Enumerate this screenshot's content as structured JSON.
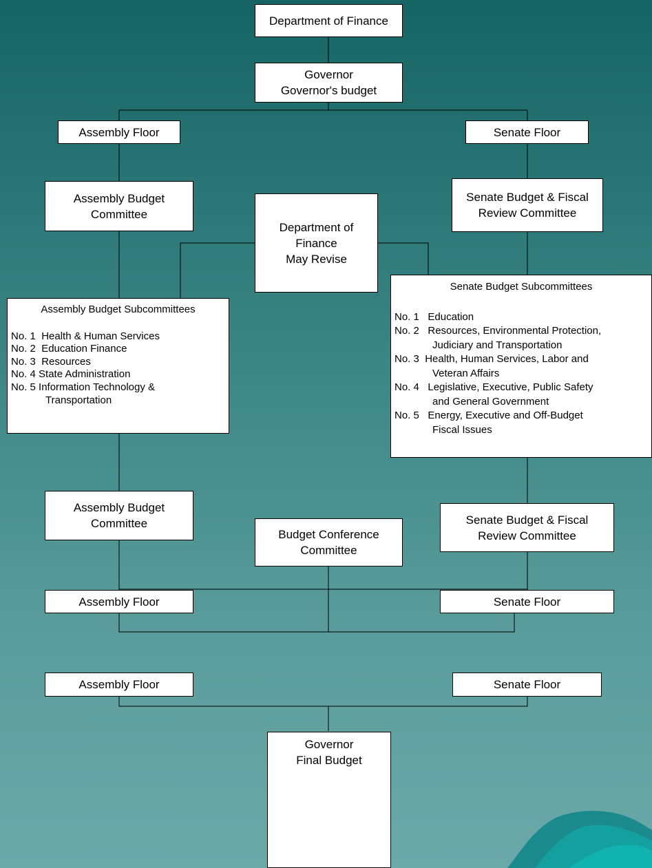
{
  "colors": {
    "background_top": "#166464",
    "background_bottom": "#6aa9a8",
    "box_fill": "#ffffff",
    "line": "#000000"
  },
  "nodes": {
    "dof_top": [
      "Department of Finance"
    ],
    "governor_top": [
      "Governor",
      "Governor's budget"
    ],
    "assembly_floor_1": [
      "Assembly Floor"
    ],
    "senate_floor_1": [
      "Senate Floor"
    ],
    "assembly_budget_committee_1": [
      "Assembly Budget",
      "Committee"
    ],
    "senate_budget_fiscal_1": [
      "Senate Budget & Fiscal",
      "Review Committee"
    ],
    "dof_may_revise": [
      "Department of",
      "Finance",
      "May Revise"
    ],
    "assembly_budget_committee_2": [
      "Assembly Budget",
      "Committee"
    ],
    "senate_budget_fiscal_2": [
      "Senate Budget & Fiscal",
      "Review Committee"
    ],
    "assembly_floor_2": [
      "Assembly Floor"
    ],
    "senate_floor_2": [
      "Senate Floor"
    ],
    "budget_conference": [
      "Budget Conference",
      "Committee"
    ],
    "assembly_floor_3": [
      "Assembly Floor"
    ],
    "senate_floor_3": [
      "Senate Floor"
    ],
    "governor_final": [
      "Governor",
      "Final Budget"
    ]
  },
  "assembly_subcommittees": {
    "title": "Assembly Budget Subcommittees",
    "items": [
      {
        "num": "No. 1",
        "lines": [
          "Health & Human Services"
        ]
      },
      {
        "num": "No. 2",
        "lines": [
          "Education Finance"
        ]
      },
      {
        "num": "No. 3",
        "lines": [
          "Resources"
        ]
      },
      {
        "num": "No. 4",
        "lines": [
          "State Administration"
        ]
      },
      {
        "num": "No. 5",
        "lines": [
          "Information Technology &",
          "Transportation"
        ]
      }
    ]
  },
  "senate_subcommittees": {
    "title": "Senate Budget Subcommittees",
    "items": [
      {
        "num": "No. 1",
        "lines": [
          "Education"
        ]
      },
      {
        "num": "No. 2",
        "lines": [
          "Resources, Environmental Protection,",
          "Judiciary and Transportation"
        ]
      },
      {
        "num": "No. 3",
        "lines": [
          "Health, Human Services, Labor and",
          "Veteran Affairs"
        ]
      },
      {
        "num": "No. 4",
        "lines": [
          "Legislative, Executive, Public Safety",
          "and General Government"
        ]
      },
      {
        "num": "No. 5",
        "lines": [
          "Energy, Executive and Off-Budget",
          "Fiscal Issues"
        ]
      }
    ]
  }
}
